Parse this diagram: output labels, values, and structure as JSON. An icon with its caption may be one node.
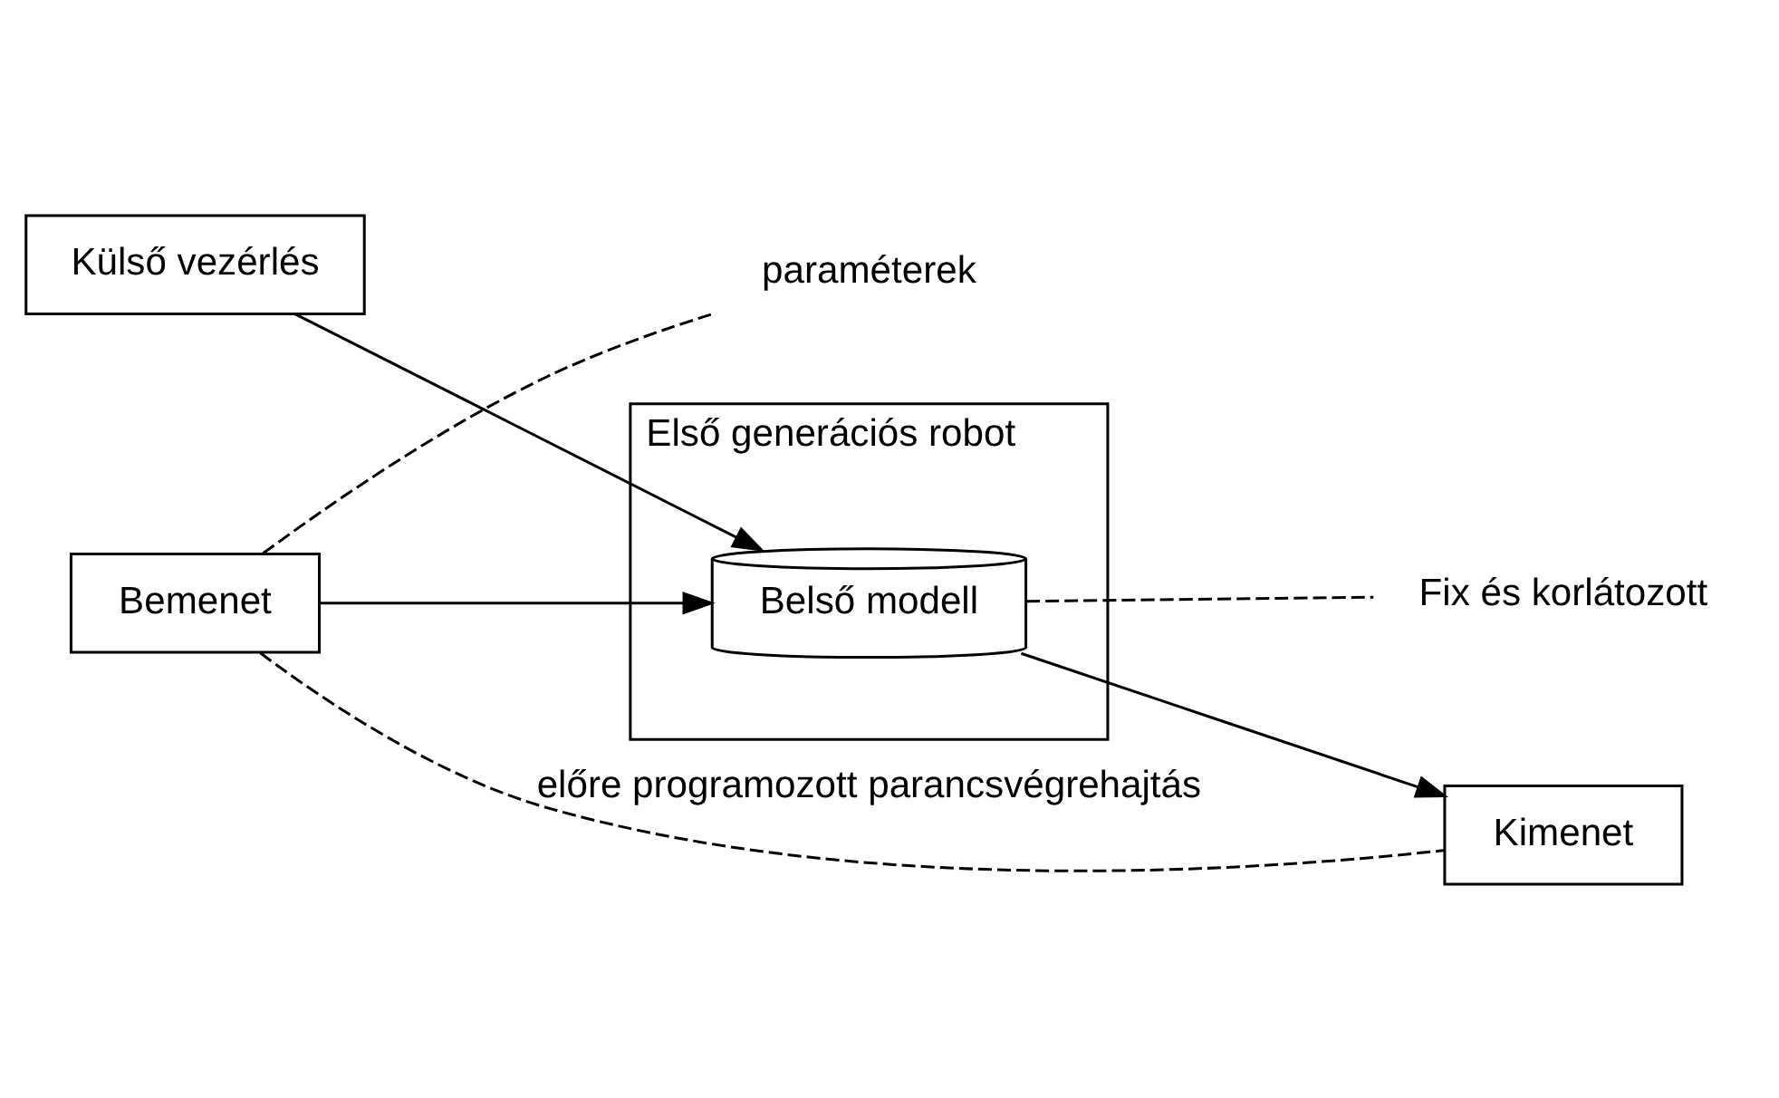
{
  "diagram": {
    "nodes": [
      {
        "text": [
          "Külső vezérlés"
        ]
      },
      {
        "text": [
          "Első generációs robot"
        ]
      },
      {
        "text": [
          "Belső modell"
        ],
        "in": 1
      },
      {
        "text": [
          "Bemenet"
        ]
      },
      {
        "text": [
          "Kimenet"
        ]
      },
      {
        "text": [
          "paraméterek"
        ]
      },
      {
        "text": [
          "Fix és korlátozott"
        ]
      }
    ],
    "edges": [
      {
        "from": 0,
        "to": 2,
        "arrow": "to"
      },
      {
        "from": 3,
        "to": 2,
        "arrow": "to"
      },
      {
        "from": 2,
        "to": 4,
        "arrow": "to"
      },
      {
        "from": 3,
        "to": 5,
        "arrow": "none",
        "style": "dashed"
      },
      {
        "from": 2,
        "to": 6,
        "arrow": "none",
        "style": "dashed"
      },
      {
        "from": 3,
        "to": 4,
        "arrow": "none",
        "style": "dashed",
        "label": "előre programozott parancsvégrehajtás"
      }
    ]
  }
}
